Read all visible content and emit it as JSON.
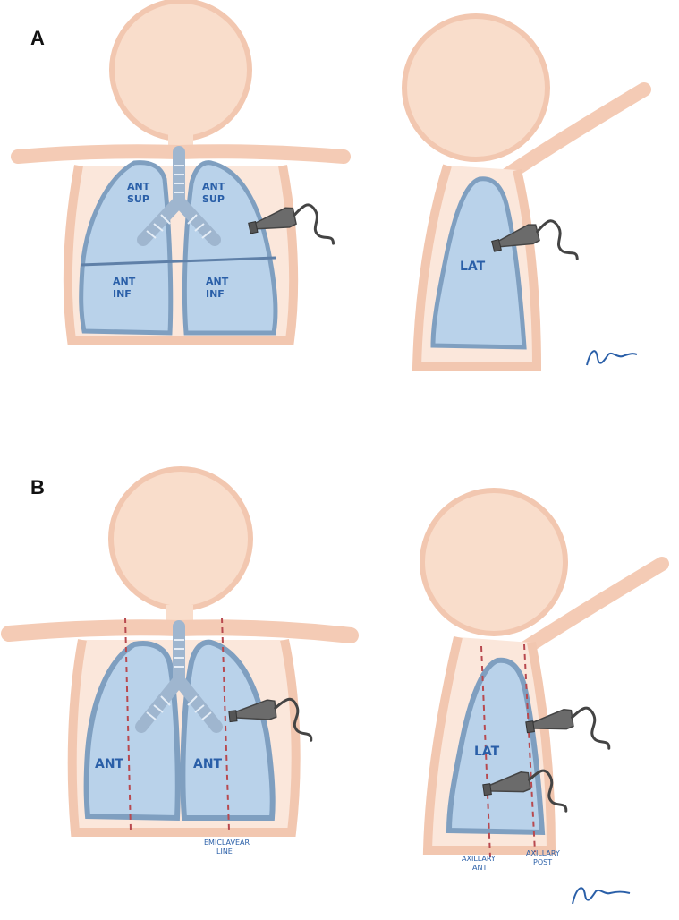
{
  "panels": [
    {
      "id": "A",
      "label": "A",
      "front_zones": [
        "ANT",
        "SUP",
        "ANT",
        "SUP",
        "ANT",
        "INF",
        "ANT",
        "INF"
      ],
      "side_zone": "LAT"
    },
    {
      "id": "B",
      "label": "B",
      "front_zones": [
        "ANT",
        "ANT"
      ],
      "front_line_label": [
        "EMICLAVEAR",
        "LINE"
      ],
      "side_zone": "LAT",
      "side_line_labels": [
        [
          "AXILLARY",
          "ANT"
        ],
        [
          "AXILLARY",
          "POST"
        ]
      ]
    }
  ],
  "colors": {
    "skin": "#f7d9c7",
    "skin_stroke": "#f0c4ac",
    "lung": "#bcd4ec",
    "lung_stroke": "#7f9fc0",
    "ink": "#2a5fa8",
    "probe": "#6b6b6b",
    "dashed": "#b8494f"
  }
}
